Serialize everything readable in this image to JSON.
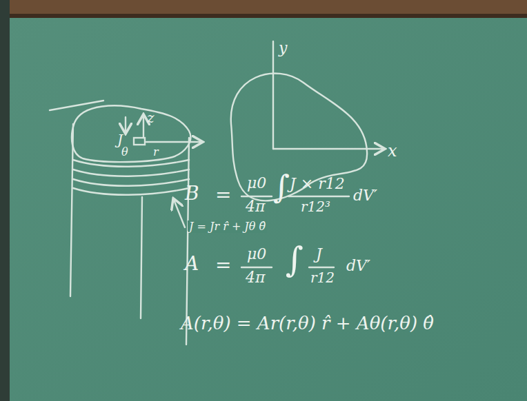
{
  "diagram": {
    "labels": [
      "J",
      "z",
      "θ",
      "r",
      "y",
      "x",
      "J = Jr r̂ + Jθ θ̂",
      "B",
      "=",
      "μ0",
      "4π",
      "∫",
      "J × r12",
      "r12³",
      "dV′",
      "A",
      "=",
      "μ0",
      "4π",
      "∫",
      "J",
      "r12",
      "dV′",
      "A(r,θ) = Ar(r,θ) r̂ + Aθ(r,θ) θ̂"
    ]
  }
}
